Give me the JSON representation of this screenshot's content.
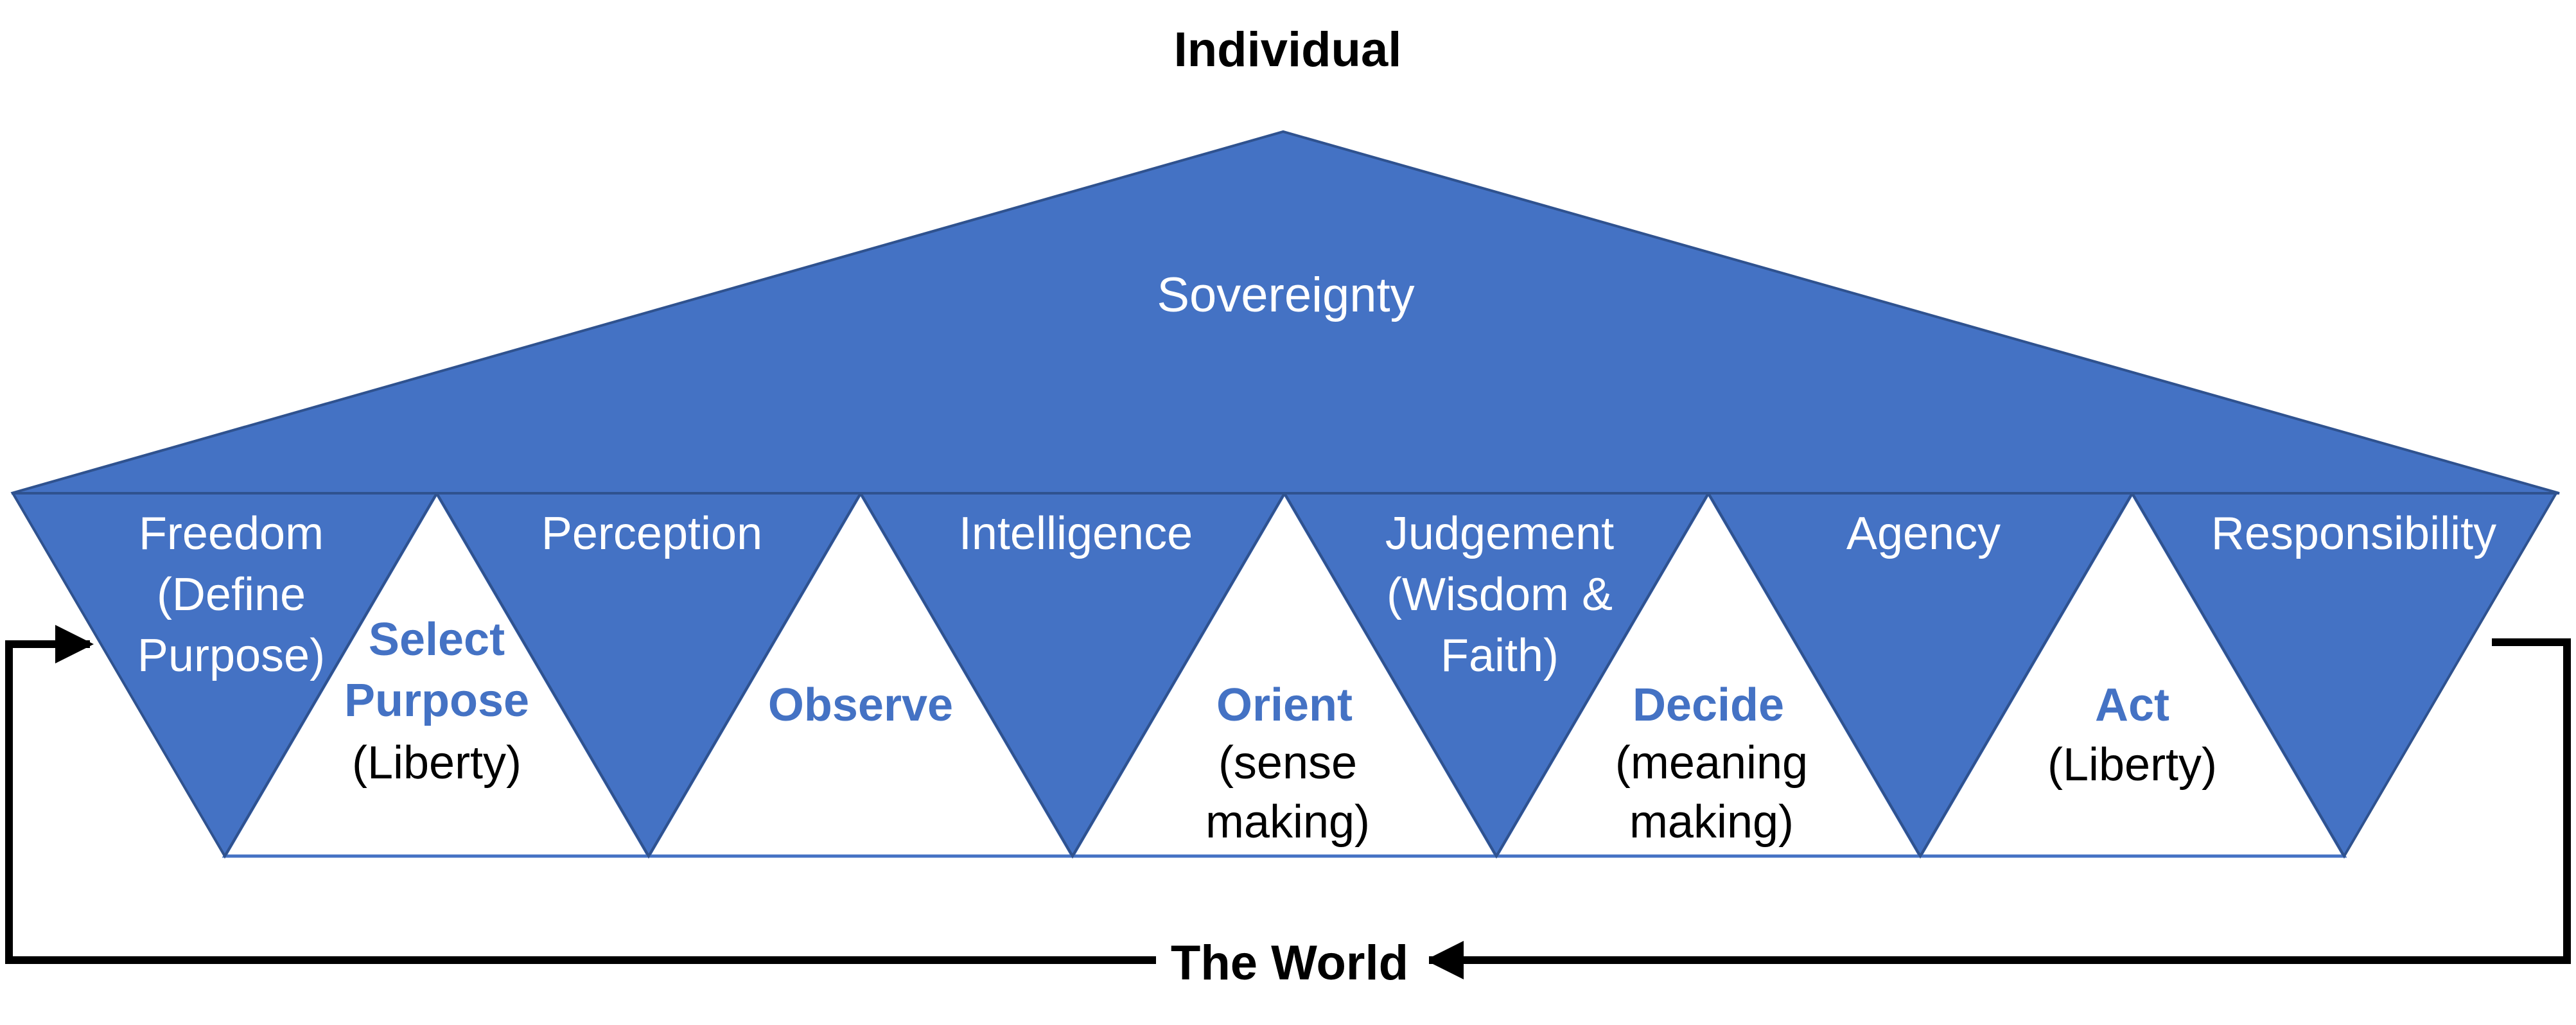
{
  "top_label": "Individual",
  "bottom_label": "The World",
  "roof_label": "Sovereignty",
  "colors": {
    "fill": "#4472c4",
    "text_on_fill": "#ffffff",
    "highlight_text": "#4472c4",
    "body_text": "#000000",
    "arrow": "#000000"
  },
  "blue_triangles": [
    {
      "lines": [
        "Freedom",
        "(Define",
        "Purpose)"
      ]
    },
    {
      "lines": [
        "Perception"
      ]
    },
    {
      "lines": [
        "Intelligence"
      ]
    },
    {
      "lines": [
        "Judgement",
        "(Wisdom &",
        "Faith)"
      ]
    },
    {
      "lines": [
        "Agency"
      ]
    },
    {
      "lines": [
        "Responsibility"
      ]
    }
  ],
  "white_triangles": [
    {
      "title": [
        "Select",
        "Purpose"
      ],
      "detail": [
        "(Liberty)"
      ]
    },
    {
      "title": [
        "Observe"
      ],
      "detail": []
    },
    {
      "title": [
        "Orient"
      ],
      "detail": [
        "(sense",
        "making)"
      ]
    },
    {
      "title": [
        "Decide"
      ],
      "detail": [
        "(meaning",
        "making)"
      ]
    },
    {
      "title": [
        "Act"
      ],
      "detail": [
        "(Liberty)"
      ]
    }
  ]
}
